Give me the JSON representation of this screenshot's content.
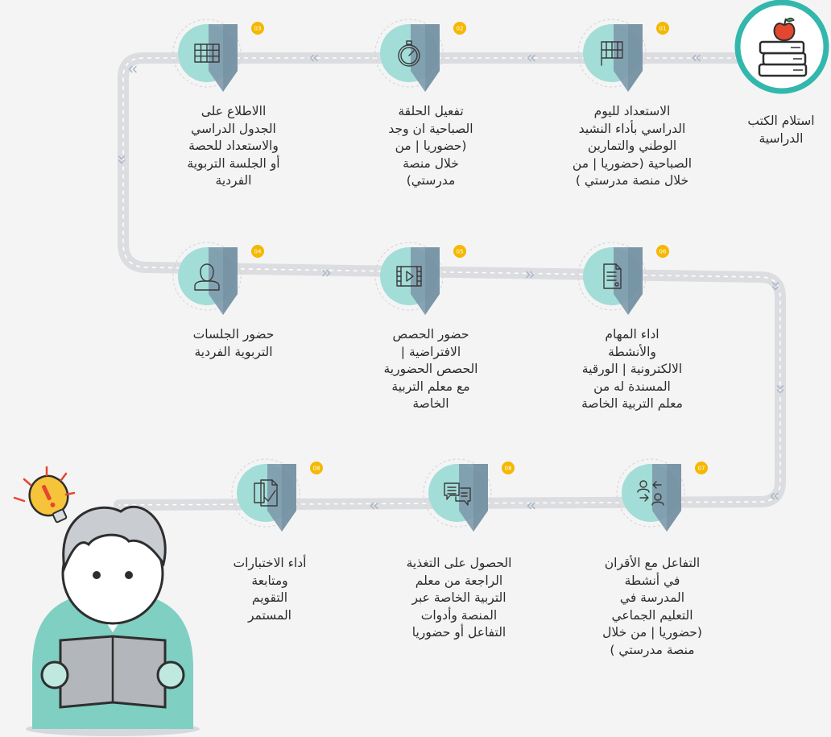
{
  "colors": {
    "track": "#dcdde0",
    "track_dash": "#ffffff",
    "arrow": "#a9b6c9",
    "circle": "#a3ddd8",
    "pin": "#7f9bad",
    "pin_dark": "#6a8799",
    "icon": "#3a3a3a",
    "badge": "#f5b800",
    "books_ring": "#33b7ad"
  },
  "start": {
    "icon": "stacked-books-apple-icon",
    "label": "استلام الكتب\nالدراسية"
  },
  "steps": [
    {
      "badge": "01",
      "icon": "flag-icon",
      "label": "الاستعداد لليوم\nالدراسي بأداء النشيد\nالوطني والتمارين\nالصباحية (حضوريا | من\nخلال منصة مدرستي )"
    },
    {
      "badge": "02",
      "icon": "stopwatch-icon",
      "label": "تفعيل الحلقة\nالصباحية ان وجد\n(حضوريا | من\nخلال منصة\nمدرستي)"
    },
    {
      "badge": "03",
      "icon": "timetable-grid-icon",
      "label": "االاطلاع على\nالجدول الدراسي\nوالاستعداد للحصة\nأو الجلسة  التربوية\nالفردية"
    },
    {
      "badge": "04",
      "icon": "person-icon",
      "label": "حضور الجلسات\nالتربوية الفردية"
    },
    {
      "badge": "05",
      "icon": "video-player-icon",
      "label": "حضور الحصص\nالافتراضية |\nالحصص الحضورية\nمع معلم التربية\nالخاصة"
    },
    {
      "badge": "06",
      "icon": "document-icon",
      "label": "اداء المهام\nوالأنشطة\nالالكترونية  | الورقية\nالمسندة له من\nمعلم التربية الخاصة"
    },
    {
      "badge": "07",
      "icon": "people-exchange-icon",
      "label": "التفاعل مع الأقران\nفي أنشطة\nالمدرسة في\nالتعليم الجماعي\n(حضوريا | من خلال\nمنصة مدرستي )"
    },
    {
      "badge": "08",
      "icon": "chat-bubbles-icon",
      "label": "الحصول على التغذية\nالراجعة من معلم\nالتربية الخاصة عبر\nالمنصة وأدوات\nالتفاعل أو حضوريا"
    },
    {
      "badge": "08",
      "icon": "test-papers-check-icon",
      "label": "أداء الاختبارات\nومتابعة\nالتقويم\nالمستمر"
    }
  ],
  "end": {
    "icon": "student-reading-book-icon",
    "bulb": "idea-lightbulb-icon"
  }
}
